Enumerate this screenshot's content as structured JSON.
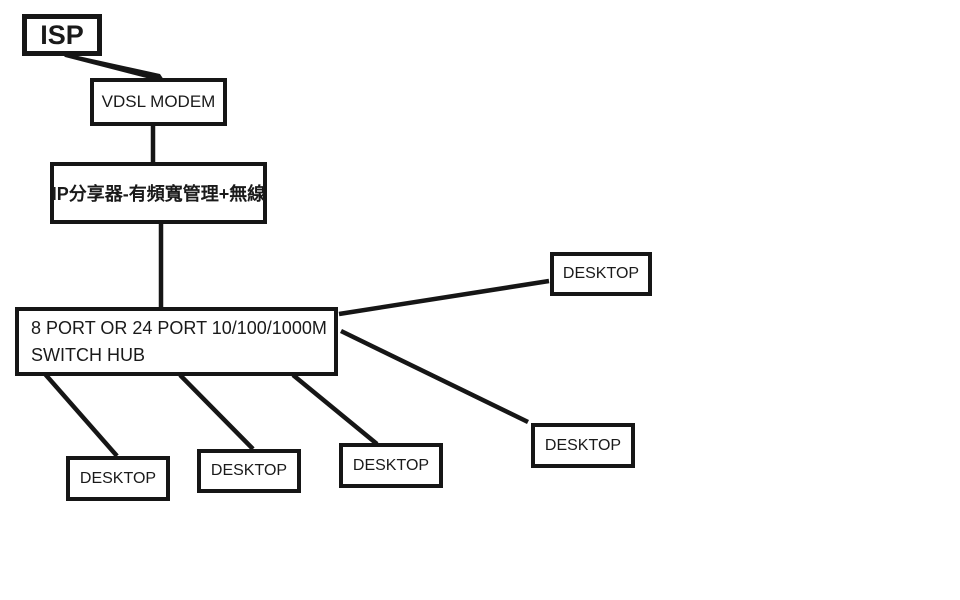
{
  "diagram": {
    "background_color": "#ffffff",
    "line_color": "#161616",
    "text_color": "#1a1a1a",
    "nodes": {
      "isp": {
        "label": "ISP"
      },
      "vdsl_modem": {
        "label": "VDSL MODEM"
      },
      "ip_router": {
        "label": "IP分享器-有頻寬管理+無線"
      },
      "switch_hub": {
        "label_line1": "8 PORT OR 24 PORT 10/100/1000M",
        "label_line2": "SWITCH HUB"
      },
      "desktop_right_upper": {
        "label": "DESKTOP"
      },
      "desktop_right_lower": {
        "label": "DESKTOP"
      },
      "desktop_bottom_left": {
        "label": "DESKTOP"
      },
      "desktop_bottom_center": {
        "label": "DESKTOP"
      },
      "desktop_bottom_right": {
        "label": "DESKTOP"
      }
    },
    "connections": [
      {
        "from": "isp",
        "to": "vdsl_modem"
      },
      {
        "from": "vdsl_modem",
        "to": "ip_router"
      },
      {
        "from": "ip_router",
        "to": "switch_hub"
      },
      {
        "from": "switch_hub",
        "to": "desktop_right_upper"
      },
      {
        "from": "switch_hub",
        "to": "desktop_right_lower"
      },
      {
        "from": "switch_hub",
        "to": "desktop_bottom_left"
      },
      {
        "from": "switch_hub",
        "to": "desktop_bottom_center"
      },
      {
        "from": "switch_hub",
        "to": "desktop_bottom_right"
      }
    ]
  }
}
